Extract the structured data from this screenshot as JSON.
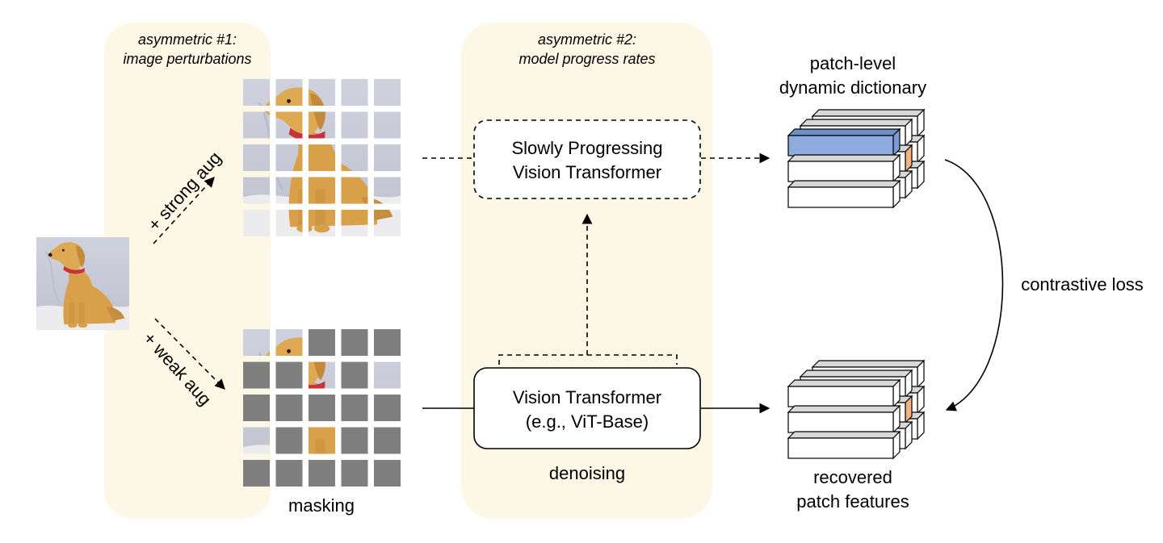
{
  "panels": {
    "left_caption_line1": "asymmetric #1:",
    "left_caption_line2": "image perturbations",
    "mid_caption_line1": "asymmetric #2:",
    "mid_caption_line2": "model progress rates"
  },
  "arrows": {
    "strong_aug": "+ strong aug",
    "weak_aug": "+ weak aug"
  },
  "labels": {
    "masking": "masking",
    "denoising": "denoising",
    "dictionary_line1": "patch-level",
    "dictionary_line2": "dynamic dictionary",
    "recovered_line1": "recovered",
    "recovered_line2": "patch features",
    "contrastive_loss": "contrastive loss"
  },
  "boxes": {
    "slow_line1": "Slowly Progressing",
    "slow_line2": "Vision Transformer",
    "vit_line1": "Vision Transformer",
    "vit_line2": "(e.g., ViT-Base)"
  },
  "grids": {
    "strong_grid_visible_rows": [
      [
        true,
        true,
        true,
        true,
        true
      ],
      [
        true,
        true,
        true,
        true,
        true
      ],
      [
        true,
        true,
        true,
        true,
        true
      ],
      [
        true,
        true,
        true,
        true,
        true
      ],
      [
        true,
        true,
        true,
        true,
        true
      ]
    ],
    "weak_grid_visible_rows": [
      [
        true,
        true,
        false,
        false,
        false
      ],
      [
        false,
        false,
        true,
        false,
        true
      ],
      [
        false,
        false,
        false,
        false,
        false
      ],
      [
        true,
        false,
        true,
        false,
        false
      ],
      [
        false,
        false,
        false,
        false,
        false
      ]
    ]
  },
  "colors": {
    "panel_bg": "#fdf7e6",
    "mask_gray": "#7f7f7f",
    "highlight_blue": "#8faadc",
    "highlight_orange": "#f4b183",
    "dog_fur": "#d9a04a",
    "background_cloth": "#c9ccd8"
  }
}
